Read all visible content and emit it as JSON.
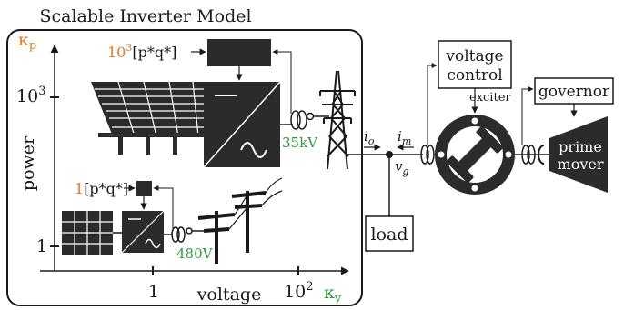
{
  "title": "Scalable Inverter Model",
  "axes": {
    "y_label": "power",
    "x_label": "voltage",
    "kappa_p_symbol": "κ",
    "kappa_p_sub": "p",
    "kappa_v_symbol": "κ",
    "kappa_v_sub": "v",
    "y_tick_high_base": "10",
    "y_tick_high_exp": "3",
    "y_tick_low": "1",
    "x_tick_low": "1",
    "x_tick_high_base": "10",
    "x_tick_high_exp": "2"
  },
  "large_inverter": {
    "scale_factor_base": "10",
    "scale_factor_exp": "3",
    "setpoint": "[p*q*]",
    "voltage_label": "35kV"
  },
  "small_inverter": {
    "scale_factor": "1",
    "setpoint": "[p*q*]",
    "voltage_label": "480V"
  },
  "grid": {
    "i_o": "i",
    "i_o_sub": "o",
    "i_m": "i",
    "i_m_sub": "m",
    "v_g": "v",
    "v_g_sub": "g",
    "load_label": "load"
  },
  "machine": {
    "voltage_control_line1": "voltage",
    "voltage_control_line2": "control",
    "exciter_label": "exciter",
    "governor_label": "governor",
    "prime_mover_line1": "prime",
    "prime_mover_line2": "mover"
  },
  "colors": {
    "scale_factor": "#e07a2e",
    "voltage_level": "#2e9a3c",
    "block_fill": "#2b2b2b"
  }
}
